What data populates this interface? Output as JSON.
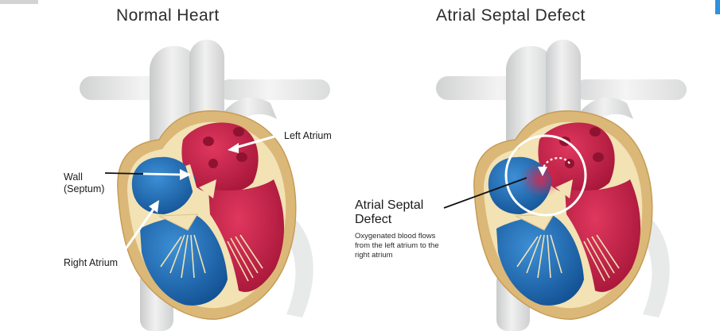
{
  "titles": {
    "normal": "Normal Heart",
    "defect": "Atrial Septal Defect"
  },
  "labels": {
    "left_atrium": "Left Atrium",
    "wall": "Wall",
    "septum": "(Septum)",
    "right_atrium": "Right Atrium",
    "asd_line1": "Atrial Septal",
    "asd_line2": "Defect"
  },
  "note": [
    "Oxygenated blood flows",
    "from the left atrium to the",
    "right atrium"
  ],
  "colors": {
    "pericardium": "#dcb878",
    "muscle": "#f2e2b4",
    "right_side": "#1f6fb8",
    "left_side": "#c8244a",
    "vessels": "#d9dadb",
    "accent": "#2f8fe0"
  },
  "icons": {
    "flow_arrow": "curved-dotted-arrow"
  }
}
